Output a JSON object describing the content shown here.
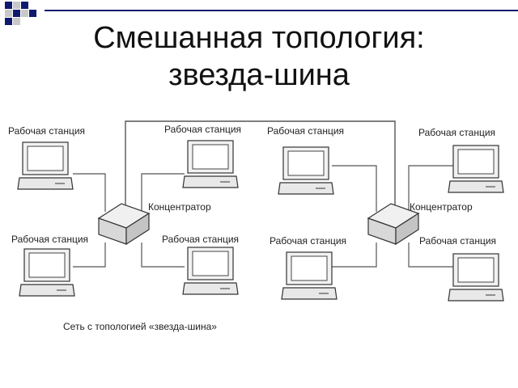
{
  "slide": {
    "title_line1": "Смешанная топология:",
    "title_line2": "звезда-шина"
  },
  "diagram": {
    "workstation_label": "Рабочая станция",
    "hub_label": "Концентратор",
    "caption": "Сеть с топологией «звезда-шина»",
    "workstations": [
      {
        "label": "Рабочая станция"
      },
      {
        "label": "Рабочая станция"
      },
      {
        "label": "Рабочая станция"
      },
      {
        "label": "Рабочая станция"
      },
      {
        "label": "Рабочая станция"
      },
      {
        "label": "Рабочая станция"
      },
      {
        "label": "Рабочая станция"
      },
      {
        "label": "Рабочая станция"
      }
    ],
    "hubs": [
      {
        "label": "Концентратор"
      },
      {
        "label": "Концентратор"
      }
    ],
    "line_color": "#555555",
    "device_fill": "#e4e4e4"
  }
}
